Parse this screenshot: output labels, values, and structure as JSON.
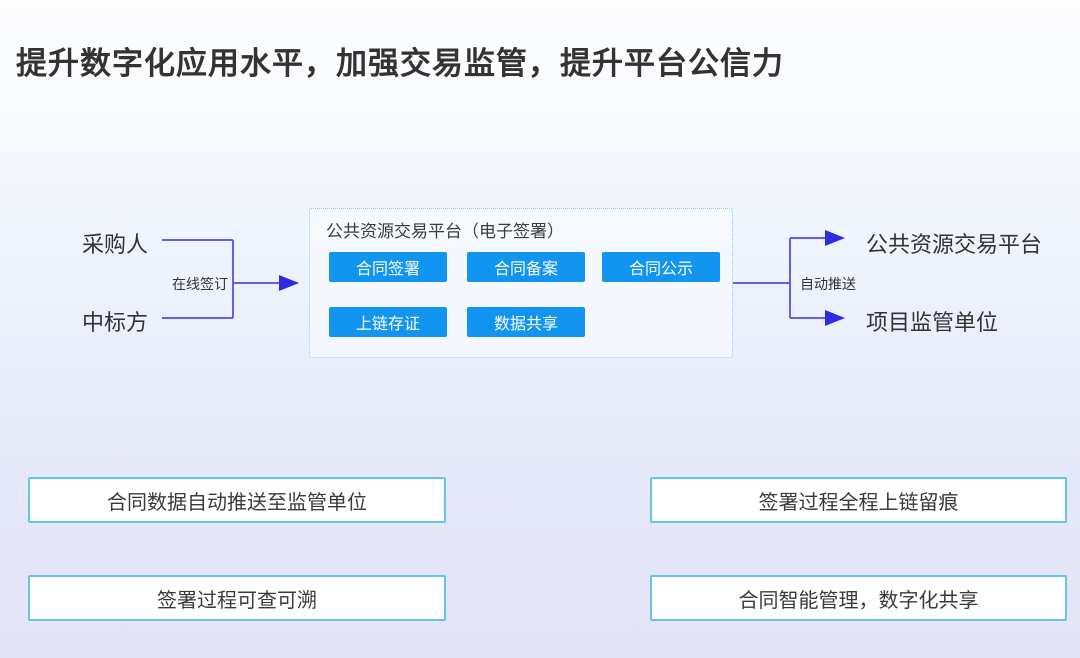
{
  "title": "提升数字化应用水平，加强交易监管，提升平台公信力",
  "flow": {
    "actors": [
      "采购人",
      "中标方"
    ],
    "sign_label": "在线签订",
    "push_label": "自动推送",
    "platform": {
      "title": "公共资源交易平台（电子签署）",
      "modules": [
        "合同签署",
        "合同备案",
        "合同公示",
        "上链存证",
        "数据共享"
      ]
    },
    "targets": [
      "公共资源交易平台",
      "项目监管单位"
    ]
  },
  "benefits": [
    "合同数据自动推送至监管单位",
    "签署过程全程上链留痕",
    "签署过程可查可溯",
    "合同智能管理，数字化共享"
  ],
  "colors": {
    "accent_blue": "#1295f0",
    "connector_purple": "#645ee8",
    "arrowhead_blue": "#2f2be0",
    "benefit_border_blue": "#67c3eb",
    "platform_border_blue": "#8fcdf0",
    "title_text": "#333333"
  }
}
